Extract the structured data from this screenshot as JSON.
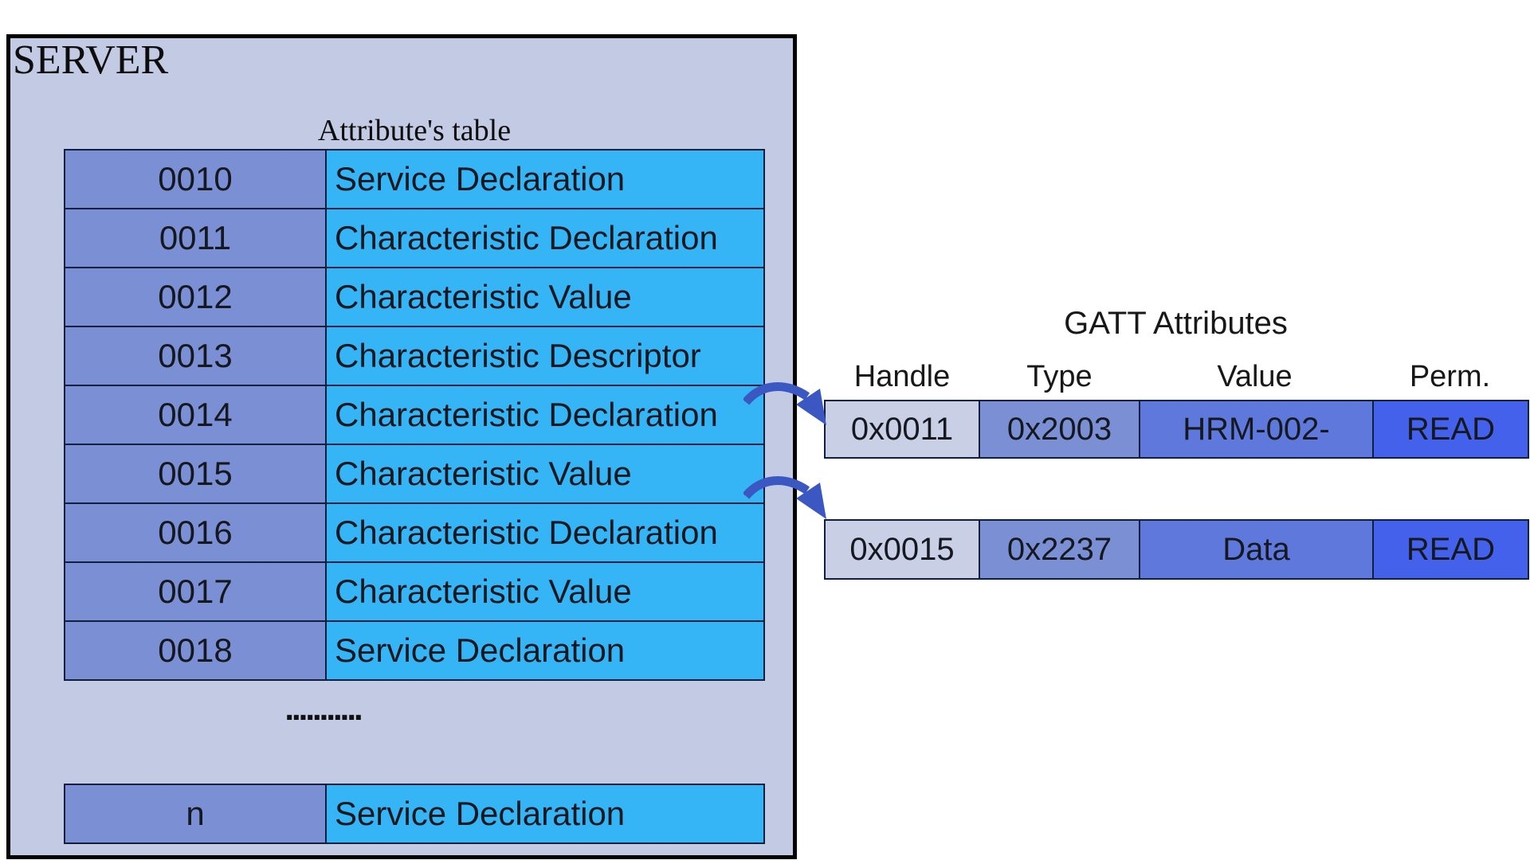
{
  "server": {
    "label": "SERVER",
    "table_title": "Attribute's table",
    "rows": [
      {
        "handle": "0010",
        "desc": "Service Declaration"
      },
      {
        "handle": "0011",
        "desc": "Characteristic Declaration"
      },
      {
        "handle": "0012",
        "desc": "Characteristic Value"
      },
      {
        "handle": "0013",
        "desc": "Characteristic Descriptor"
      },
      {
        "handle": "0014",
        "desc": "Characteristic Declaration"
      },
      {
        "handle": "0015",
        "desc": "Characteristic Value"
      },
      {
        "handle": "0016",
        "desc": "Characteristic Declaration"
      },
      {
        "handle": "0017",
        "desc": "Characteristic Value"
      },
      {
        "handle": "0018",
        "desc": "Service Declaration"
      }
    ],
    "ellipsis": "...........",
    "last_row": {
      "handle": "n",
      "desc": "Service Declaration"
    }
  },
  "gatt": {
    "title": "GATT Attributes",
    "headers": {
      "handle": "Handle",
      "type": "Type",
      "value": "Value",
      "perm": "Perm."
    },
    "rows": [
      {
        "handle": "0x0011",
        "type": "0x2003",
        "value": "HRM-002-",
        "perm": "READ"
      },
      {
        "handle": "0x0015",
        "type": "0x2237",
        "value": "Data",
        "perm": "READ"
      }
    ]
  },
  "colors": {
    "server_bg": "#c3cae3",
    "handle_cell": "#7b90d4",
    "desc_cell": "#35b4f6",
    "gatt_handle_cell": "#c9d0e6",
    "gatt_type_cell": "#7b90d4",
    "gatt_value_cell": "#5e78dc",
    "gatt_perm_cell": "#4361ea",
    "arrow": "#3a57c2",
    "cell_border": "#0f1f3d",
    "box_border": "#000000",
    "text": "#15181f"
  }
}
